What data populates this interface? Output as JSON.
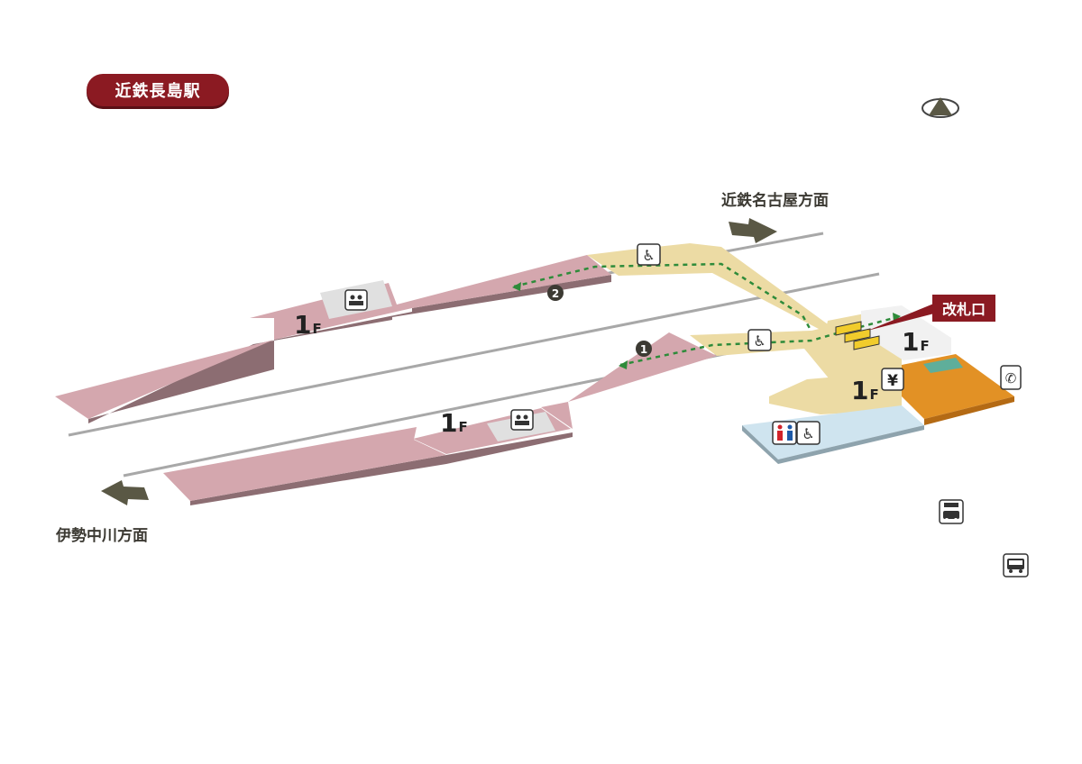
{
  "station": {
    "name": "近鉄長島駅"
  },
  "directions": {
    "to_nagoya": "近鉄名古屋方面",
    "to_ise_nakagawa": "伊勢中川方面"
  },
  "gate": {
    "label": "改札口"
  },
  "floors": {
    "platform_upper": {
      "label": "1",
      "suffix": "F"
    },
    "platform_lower": {
      "label": "1",
      "suffix": "F"
    },
    "concourse": {
      "label": "1",
      "suffix": "F"
    },
    "gate_area": {
      "label": "1",
      "suffix": "F"
    }
  },
  "platforms": [
    {
      "number": "2"
    },
    {
      "number": "1"
    }
  ],
  "icons": [
    "north-icon",
    "wheelchair-slope-icon",
    "waiting-seat-icon",
    "ticket-machine-icon",
    "toilet-icon",
    "accessible-toilet-icon",
    "telephone-icon",
    "taxi-icon",
    "bus-icon"
  ],
  "colors": {
    "brand": "#8b1a22",
    "platform": "#d4a7ae",
    "concourse": "#ecdba4",
    "route": "#2e8b3a",
    "shop": "#e29125",
    "toilet_area": "#cfe4ef",
    "ticket_gate": "#f1cc2c"
  }
}
